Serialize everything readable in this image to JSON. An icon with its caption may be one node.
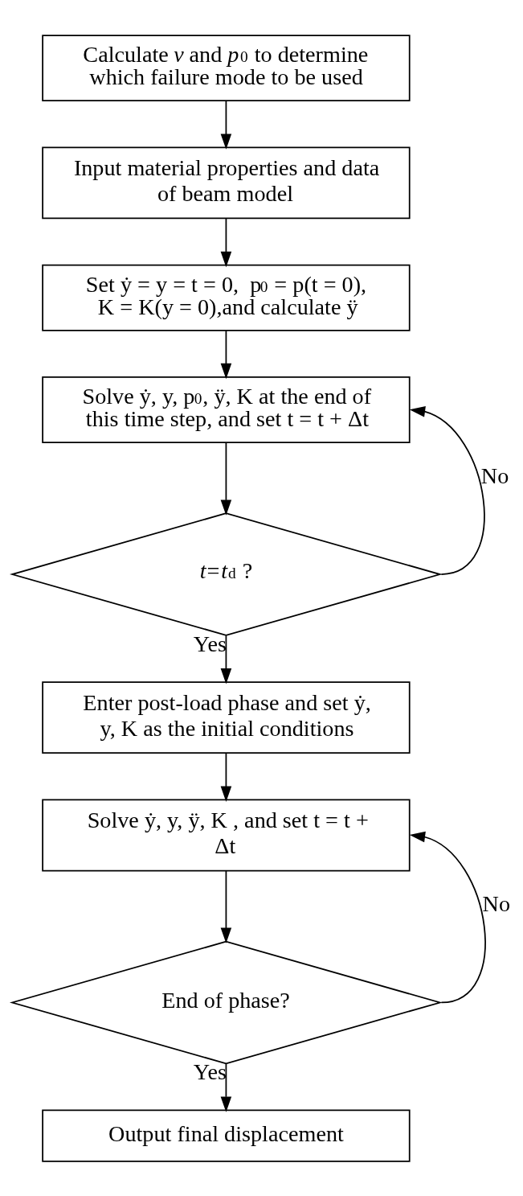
{
  "diagram": {
    "nodes": [
      {
        "text": [
          "Calculate *v* and *p*$_{0}$ to determine which failure mode to be used"
        ]
      },
      {
        "text": [
          "Input material properties and data of beam model"
        ]
      },
      {
        "text": [
          "Set ẏ = y = t = 0,  p$_{0}$ = p(t = 0), K = K(y = 0),and calculate ÿ"
        ]
      },
      {
        "text": [
          "Solve ẏ, y, p$_{0}$, ÿ, K at the end of this time step, and set t = t + Δt"
        ]
      },
      {
        "text": [
          "*t*=*t*$_{d}$ ?"
        ]
      },
      {
        "text": [
          "Enter post-load phase and set ẏ, y, K as the initial conditions"
        ]
      },
      {
        "text": [
          "Solve ẏ, y, ÿ, K , and set t = t + Δt"
        ]
      },
      {
        "text": [
          "End of phase?"
        ]
      },
      {
        "text": [
          "Output final displacement"
        ]
      }
    ],
    "edges": [
      {
        "from": 0,
        "to": 1,
        "arrow": "to"
      },
      {
        "from": 1,
        "to": 2,
        "arrow": "to"
      },
      {
        "from": 2,
        "to": 3,
        "arrow": "to"
      },
      {
        "from": 3,
        "to": 4,
        "arrow": "to"
      },
      {
        "from": 4,
        "to": 5,
        "arrow": "to",
        "label": "Yes"
      },
      {
        "from": 4,
        "to": 3,
        "arrow": "to",
        "label": "No"
      },
      {
        "from": 5,
        "to": 6,
        "arrow": "to"
      },
      {
        "from": 6,
        "to": 7,
        "arrow": "to"
      },
      {
        "from": 7,
        "to": 8,
        "arrow": "to",
        "label": "Yes"
      },
      {
        "from": 7,
        "to": 6,
        "arrow": "to",
        "label": "No"
      }
    ]
  }
}
